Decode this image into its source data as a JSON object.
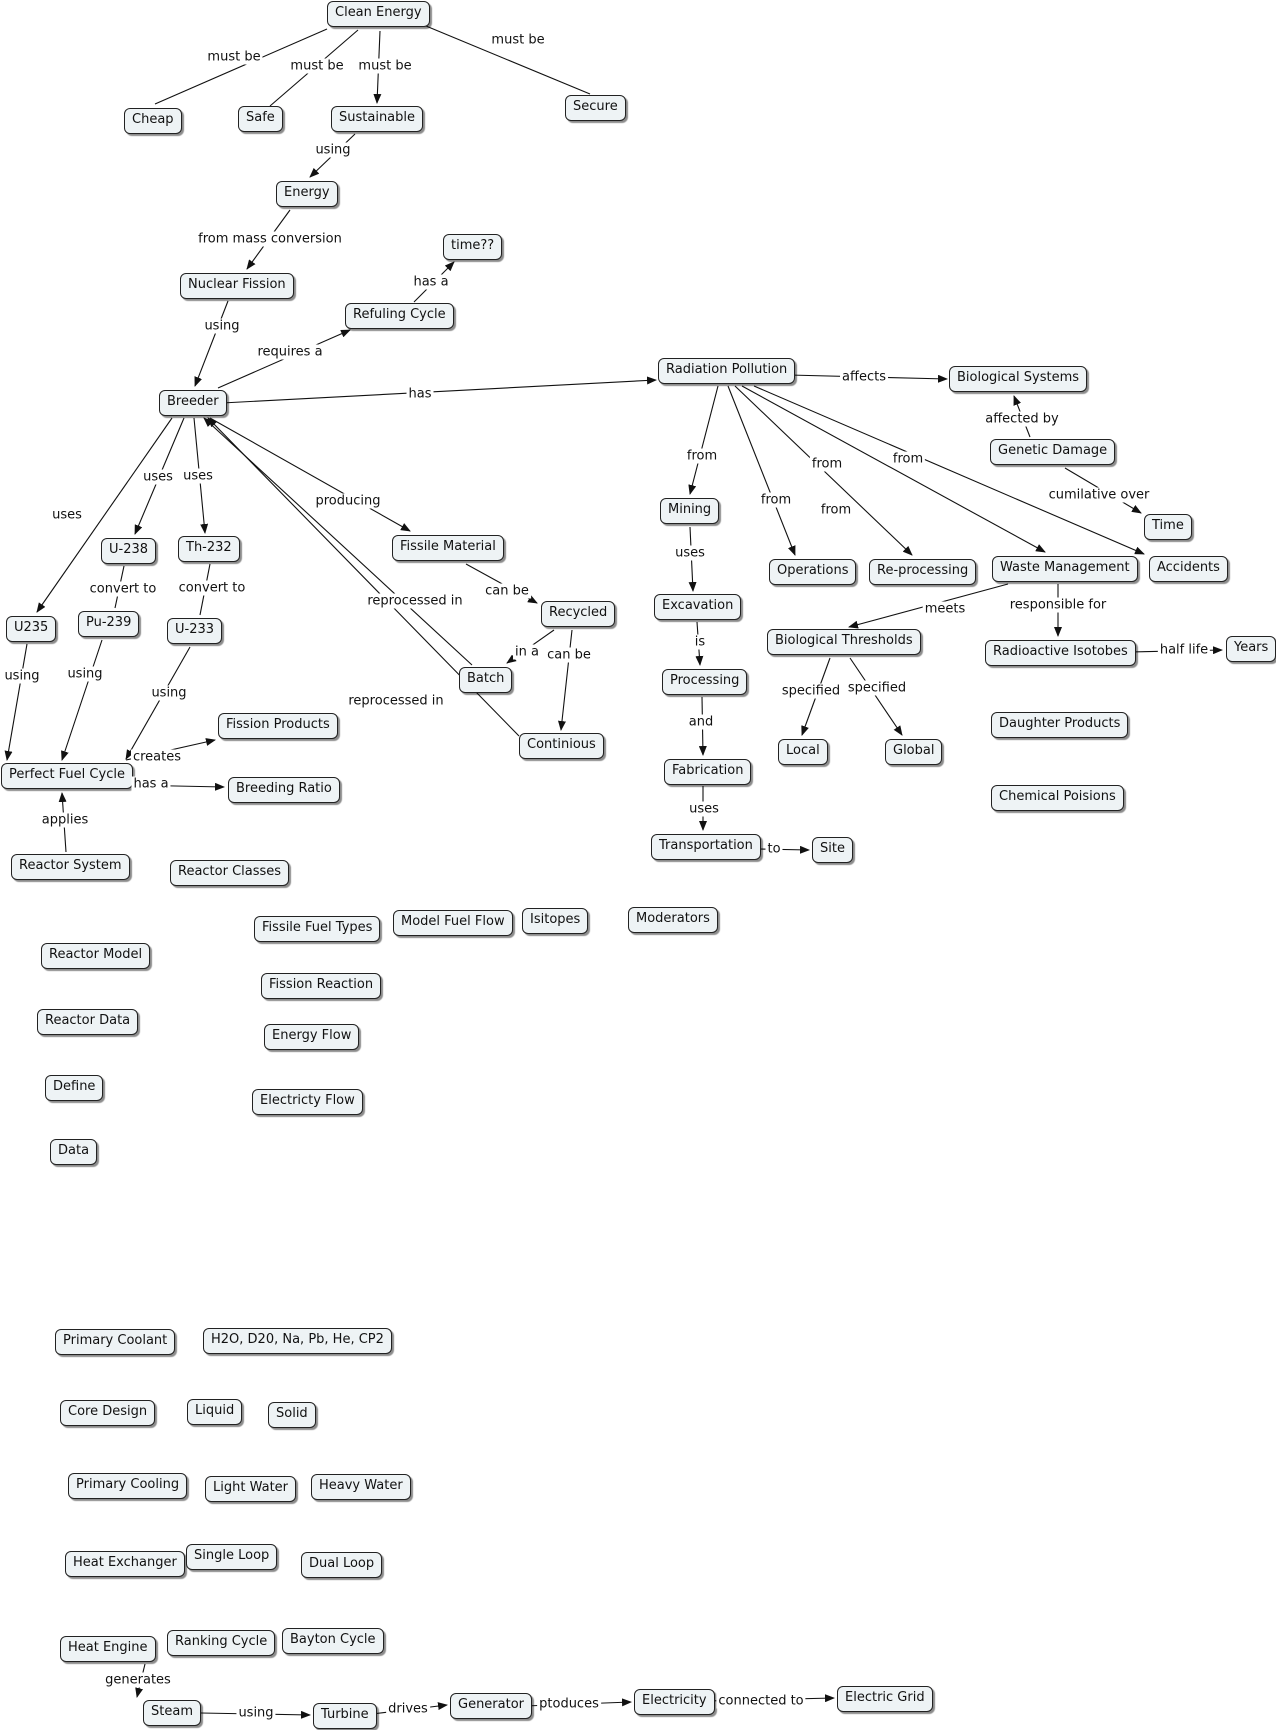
{
  "nodes": {
    "clean_energy": "Clean Energy",
    "cheap": "Cheap",
    "safe": "Safe",
    "sustainable": "Sustainable",
    "secure": "Secure",
    "energy": "Energy",
    "time_q": "time??",
    "nuclear_fission": "Nuclear Fission",
    "refuling_cycle": "Refuling Cycle",
    "radiation_pollution": "Radiation Pollution",
    "biological_systems": "Biological Systems",
    "breeder": "Breeder",
    "genetic_damage": "Genetic Damage",
    "mining": "Mining",
    "time": "Time",
    "u238": "U-238",
    "th232": "Th-232",
    "fissile_material": "Fissile Material",
    "operations": "Operations",
    "reprocessing": "Re-processing",
    "waste_management": "Waste Management",
    "accidents": "Accidents",
    "excavation": "Excavation",
    "recycled": "Recycled",
    "u235": "U235",
    "pu239": "Pu-239",
    "u233": "U-233",
    "biological_thresholds": "Biological Thresholds",
    "radioactive_isotobes": "Radioactive Isotobes",
    "years": "Years",
    "batch": "Batch",
    "processing": "Processing",
    "fission_products": "Fission Products",
    "continious": "Continious",
    "local": "Local",
    "global": "Global",
    "daughter_products": "Daughter Products",
    "perfect_fuel_cycle": "Perfect Fuel Cycle",
    "fabrication": "Fabrication",
    "breeding_ratio": "Breeding Ratio",
    "chemical_poisions": "Chemical Poisions",
    "transportation": "Transportation",
    "site": "Site",
    "reactor_system": "Reactor System",
    "reactor_classes": "Reactor Classes",
    "moderators": "Moderators",
    "fissile_fuel_types": "Fissile Fuel Types",
    "model_fuel_flow": "Model Fuel Flow",
    "isitopes": "Isitopes",
    "reactor_model": "Reactor Model",
    "fission_reaction": "Fission Reaction",
    "reactor_data": "Reactor Data",
    "energy_flow": "Energy Flow",
    "define": "Define",
    "electricty_flow": "Electricty Flow",
    "data": "Data",
    "primary_coolant": "Primary Coolant",
    "coolants": "H2O, D20, Na, Pb, He, CP2",
    "core_design": "Core Design",
    "liquid": "Liquid",
    "solid": "Solid",
    "primary_cooling": "Primary Cooling",
    "light_water": "Light Water",
    "heavy_water": "Heavy Water",
    "heat_exchanger": "Heat Exchanger",
    "single_loop": "Single Loop",
    "dual_loop": "Dual Loop",
    "heat_engine": "Heat Engine",
    "ranking_cycle": "Ranking Cycle",
    "bayton_cycle": "Bayton Cycle",
    "steam": "Steam",
    "turbine": "Turbine",
    "generator": "Generator",
    "electricity": "Electricity",
    "electric_grid": "Electric Grid"
  },
  "links": {
    "must_be_1": "must be",
    "must_be_2": "must be",
    "must_be_3": "must be",
    "must_be_4": "must be",
    "using_sustainable": "using",
    "from_mass_conversion": "from mass conversion",
    "has_a_time": "has a",
    "using_fission": "using",
    "requires_a": "requires a",
    "has_radiation": "has",
    "affects": "affects",
    "affected_by": "affected by",
    "from_mining": "from",
    "from_operations": "from",
    "from_reprocessing": "from",
    "from_waste": "from",
    "from_accidents": "from",
    "cumilative_over": "cumilative over",
    "uses_u235": "uses",
    "uses_u238": "uses",
    "uses_th232": "uses",
    "producing": "producing",
    "uses_excavation": "uses",
    "can_be_recycled": "can be",
    "reprocessed_in_1": "reprocessed in",
    "convert_to_1": "convert to",
    "convert_to_2": "convert to",
    "meets": "meets",
    "responsible_for": "responsible for",
    "half_life": "half life",
    "in_a": "in a",
    "can_be_cont": "can be",
    "is": "is",
    "using_u235": "using",
    "using_pu239": "using",
    "using_u233": "using",
    "reprocessed_in_2": "reprocessed in",
    "specified_1": "specified",
    "specified_2": "specified",
    "and": "and",
    "creates": "creates",
    "has_a_ratio": "has a",
    "uses_transport": "uses",
    "applies": "applies",
    "to": "to",
    "generates": "generates",
    "using_turbine": "using",
    "drives": "drives",
    "ptoduces": "ptoduces",
    "connected_to": "connected to"
  }
}
